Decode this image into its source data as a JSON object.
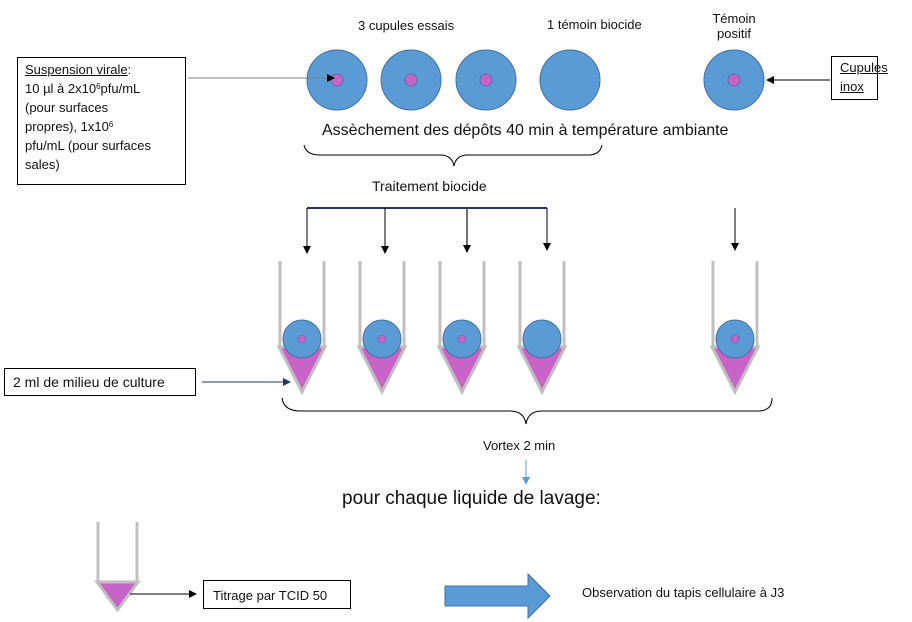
{
  "colors": {
    "cup_blue": "#5b9bd5",
    "cup_outline": "#41719c",
    "virus_pink": "#c864c8",
    "tube_gray": "#c0c0c0",
    "navy_line": "#1f3864",
    "arrow_black": "#000000",
    "vortex_arrow": "#5b9bd5"
  },
  "labels": {
    "test_cups": "3 cupules essais",
    "biocide_control": "1 témoin biocide",
    "positive_control_line1": "Témoin",
    "positive_control_line2": "positif",
    "drying": "Assèchement des dépôts 40 min à température ambiante",
    "biocide_treatment": "Traitement biocide",
    "vortex": "Vortex 2 min",
    "per_wash": "pour chaque liquide de lavage:",
    "observation": "Observation du tapis cellulaire à J3"
  },
  "boxes": {
    "suspension": {
      "title": "Suspension virale",
      "title_suffix": ":",
      "line1_pre": "10 µl à 2x10",
      "line1_sup": "6",
      "line1_post": "pfu/mL",
      "line2": "(pour surfaces",
      "line3_pre": "propres), 1x10",
      "line3_sup": "6",
      "line4": "pfu/mL (pour surfaces",
      "line5": "sales)"
    },
    "cups_material_line1": "Cupules",
    "cups_material_line2": "inox",
    "culture_medium": "2 ml de milieu de culture",
    "titration": "Titrage par TCID 50"
  },
  "cups": [
    {
      "name": "test-cup-1",
      "has_virus": true
    },
    {
      "name": "test-cup-2",
      "has_virus": true
    },
    {
      "name": "test-cup-3",
      "has_virus": true
    },
    {
      "name": "biocide-control-cup",
      "has_virus": false
    },
    {
      "name": "positive-control-cup",
      "has_virus": true
    }
  ]
}
